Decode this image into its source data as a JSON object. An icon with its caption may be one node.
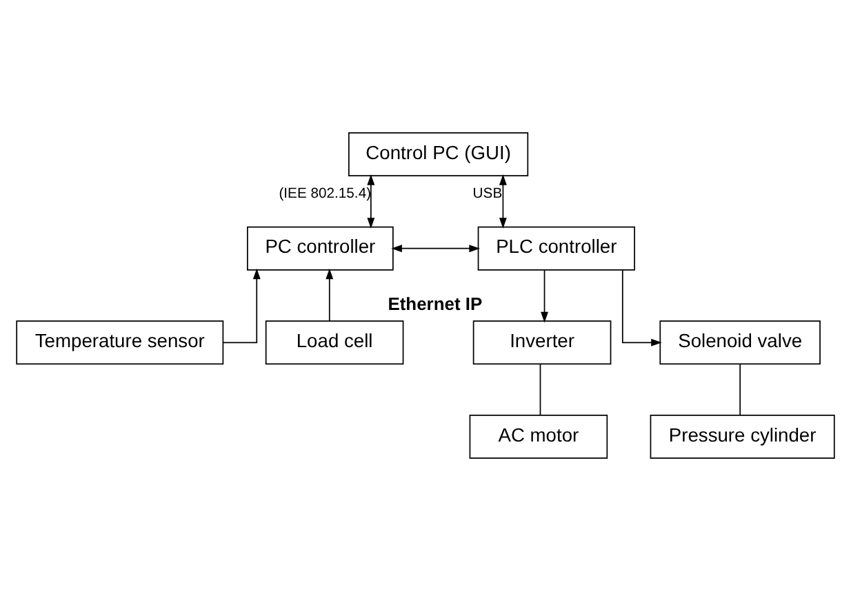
{
  "diagram": {
    "nodes": [
      {
        "text": [
          "Control PC (GUI)"
        ]
      },
      {
        "text": [
          "PC controller"
        ]
      },
      {
        "text": [
          "PLC controller"
        ]
      },
      {
        "text": [
          "Temperature sensor"
        ]
      },
      {
        "text": [
          "Load cell"
        ]
      },
      {
        "text": [
          "Inverter"
        ]
      },
      {
        "text": [
          "Solenoid valve"
        ]
      },
      {
        "text": [
          "AC motor"
        ]
      },
      {
        "text": [
          "Pressure cylinder"
        ]
      }
    ],
    "edges": [
      {
        "from": 0,
        "to": 1,
        "arrow": "both",
        "label": "(IEE 802.15.4)"
      },
      {
        "from": 0,
        "to": 2,
        "arrow": "both",
        "label": "USB"
      },
      {
        "from": 1,
        "to": 2,
        "arrow": "both",
        "label": "Ethernet IP"
      },
      {
        "from": 3,
        "to": 1,
        "arrow": "to"
      },
      {
        "from": 4,
        "to": 1,
        "arrow": "to"
      },
      {
        "from": 2,
        "to": 5,
        "arrow": "to"
      },
      {
        "from": 2,
        "to": 6,
        "arrow": "to"
      },
      {
        "from": 5,
        "to": 7,
        "arrow": "none"
      },
      {
        "from": 6,
        "to": 8,
        "arrow": "none"
      }
    ]
  }
}
